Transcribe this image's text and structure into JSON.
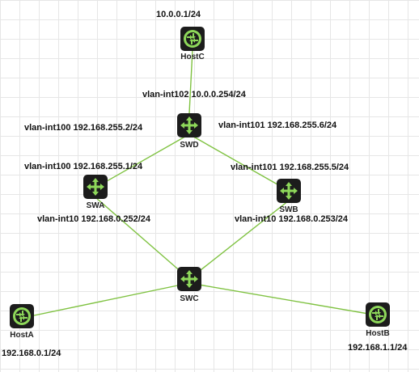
{
  "colors": {
    "link": "#7fc241",
    "device_body": "#1c1c1c",
    "device_glyph": "#8ed85a"
  },
  "devices": {
    "hostc": {
      "name": "HostC",
      "icon": "router-icon"
    },
    "swd": {
      "name": "SWD",
      "icon": "switch-icon"
    },
    "swa": {
      "name": "SWA",
      "icon": "switch-icon"
    },
    "swb": {
      "name": "SWB",
      "icon": "switch-icon"
    },
    "swc": {
      "name": "SWC",
      "icon": "switch-icon"
    },
    "hosta": {
      "name": "HostA",
      "icon": "router-icon"
    },
    "hostb": {
      "name": "HostB",
      "icon": "router-icon"
    }
  },
  "labels": {
    "hostc_ip": "10.0.0.1/24",
    "swd_vlan102": "vlan-int102 10.0.0.254/24",
    "swd_vlan100": "vlan-int100 192.168.255.2/24",
    "swd_vlan101": "vlan-int101 192.168.255.6/24",
    "swa_vlan100": "vlan-int100 192.168.255.1/24",
    "swb_vlan101": "vlan-int101 192.168.255.5/24",
    "swa_vlan10": "vlan-int10 192.168.0.252/24",
    "swb_vlan10": "vlan-int10 192.168.0.253/24",
    "hosta_ip": "192.168.0.1/24",
    "hostb_ip": "192.168.1.1/24"
  }
}
